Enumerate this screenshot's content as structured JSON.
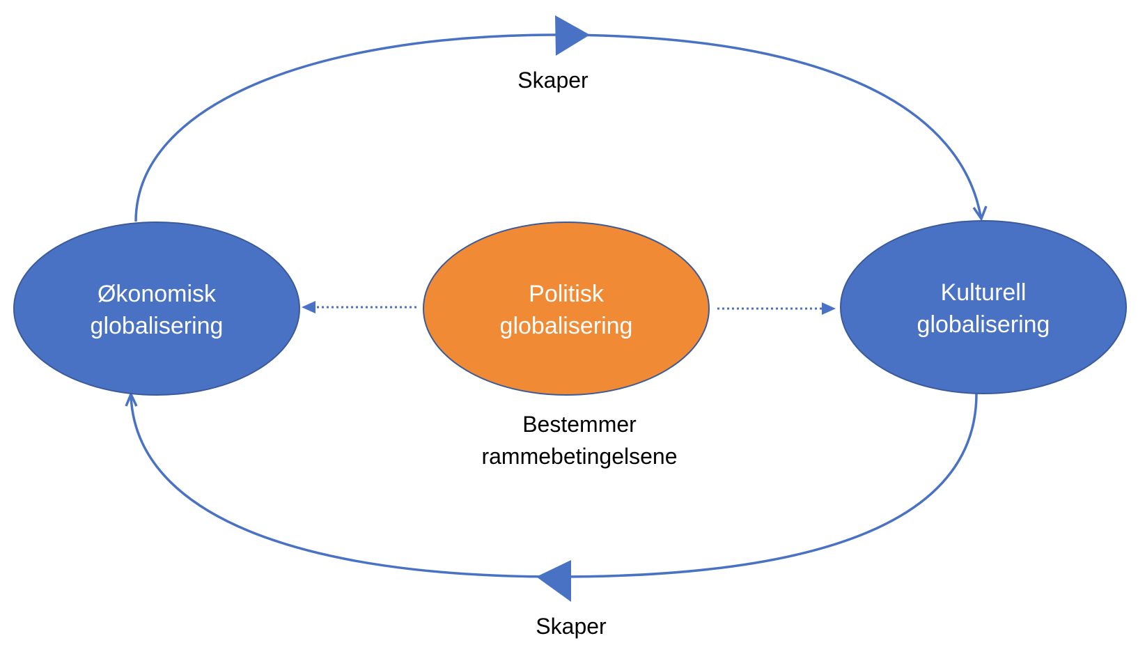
{
  "colors": {
    "blue_node": "#4A72C4",
    "orange_node": "#F08A35",
    "node_border": "#3A5A9A",
    "arrow": "#4A72C4"
  },
  "nodes": {
    "left": {
      "line1": "Økonomisk",
      "line2": "globalisering"
    },
    "center": {
      "line1": "Politisk",
      "line2": "globalisering"
    },
    "right": {
      "line1": "Kulturell",
      "line2": "globalisering"
    }
  },
  "edges": {
    "top_label": "Skaper",
    "bottom_label": "Skaper",
    "center_label_line1": "Bestemmer",
    "center_label_line2": "rammebetingelsene"
  }
}
